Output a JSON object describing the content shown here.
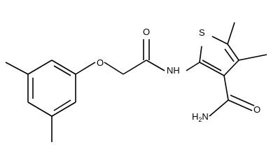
{
  "atoms": {
    "oxygen_ether": "O",
    "oxygen_carbonyl_amide": "O",
    "nitrogen_amide": "NH",
    "sulfur": "S",
    "oxygen_carboxamide": "O",
    "carboxamide_nitrogen_main": "H",
    "carboxamide_nitrogen_sub": "2",
    "carboxamide_nitrogen_tail": "N"
  },
  "colors": {
    "bond": "#000000",
    "label": "#000000",
    "background": "#ffffff"
  }
}
